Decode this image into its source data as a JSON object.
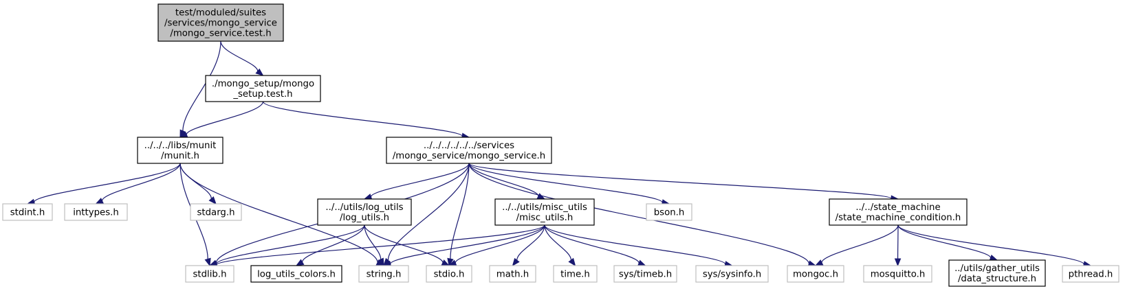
{
  "nodes": [
    {
      "id": "root",
      "lines": [
        "test/moduled/suites",
        "/services/mongo_service",
        "/mongo_service.test.h"
      ],
      "style": "root"
    },
    {
      "id": "mongo_setup",
      "lines": [
        "./mongo_setup/mongo",
        "_setup.test.h"
      ],
      "style": "normal"
    },
    {
      "id": "munit",
      "lines": [
        "../../../libs/munit",
        "/munit.h"
      ],
      "style": "normal"
    },
    {
      "id": "mongo_service",
      "lines": [
        "../../../../../../services",
        "/mongo_service/mongo_service.h"
      ],
      "style": "normal"
    },
    {
      "id": "stdint",
      "lines": [
        "stdint.h"
      ],
      "style": "ghost"
    },
    {
      "id": "inttypes",
      "lines": [
        "inttypes.h"
      ],
      "style": "ghost"
    },
    {
      "id": "stdarg",
      "lines": [
        "stdarg.h"
      ],
      "style": "ghost"
    },
    {
      "id": "log_utils",
      "lines": [
        "../../utils/log_utils",
        "/log_utils.h"
      ],
      "style": "normal"
    },
    {
      "id": "misc_utils",
      "lines": [
        "../../utils/misc_utils",
        "/misc_utils.h"
      ],
      "style": "normal"
    },
    {
      "id": "bson",
      "lines": [
        "bson.h"
      ],
      "style": "ghost"
    },
    {
      "id": "state_machine",
      "lines": [
        "../../state_machine",
        "/state_machine_condition.h"
      ],
      "style": "normal"
    },
    {
      "id": "stdlib",
      "lines": [
        "stdlib.h"
      ],
      "style": "ghost"
    },
    {
      "id": "log_utils_colors",
      "lines": [
        "log_utils_colors.h"
      ],
      "style": "normal"
    },
    {
      "id": "string",
      "lines": [
        "string.h"
      ],
      "style": "ghost"
    },
    {
      "id": "stdio",
      "lines": [
        "stdio.h"
      ],
      "style": "ghost"
    },
    {
      "id": "math",
      "lines": [
        "math.h"
      ],
      "style": "ghost"
    },
    {
      "id": "time",
      "lines": [
        "time.h"
      ],
      "style": "ghost"
    },
    {
      "id": "timeb",
      "lines": [
        "sys/timeb.h"
      ],
      "style": "ghost"
    },
    {
      "id": "sysinfo",
      "lines": [
        "sys/sysinfo.h"
      ],
      "style": "ghost"
    },
    {
      "id": "mongoc",
      "lines": [
        "mongoc.h"
      ],
      "style": "ghost"
    },
    {
      "id": "mosquitto",
      "lines": [
        "mosquitto.h"
      ],
      "style": "ghost"
    },
    {
      "id": "gather",
      "lines": [
        "../utils/gather_utils",
        "/data_structure.h"
      ],
      "style": "normal"
    },
    {
      "id": "pthread",
      "lines": [
        "pthread.h"
      ],
      "style": "ghost"
    }
  ],
  "edges": [
    [
      "root",
      "munit"
    ],
    [
      "root",
      "mongo_setup"
    ],
    [
      "mongo_setup",
      "munit"
    ],
    [
      "mongo_setup",
      "mongo_service"
    ],
    [
      "munit",
      "stdint"
    ],
    [
      "munit",
      "inttypes"
    ],
    [
      "munit",
      "stdarg"
    ],
    [
      "munit",
      "stdlib"
    ],
    [
      "munit",
      "string"
    ],
    [
      "mongo_service",
      "stdlib"
    ],
    [
      "mongo_service",
      "log_utils"
    ],
    [
      "mongo_service",
      "string"
    ],
    [
      "mongo_service",
      "stdio"
    ],
    [
      "mongo_service",
      "misc_utils"
    ],
    [
      "mongo_service",
      "mongoc"
    ],
    [
      "mongo_service",
      "bson"
    ],
    [
      "mongo_service",
      "state_machine"
    ],
    [
      "log_utils",
      "stdlib"
    ],
    [
      "log_utils",
      "log_utils_colors"
    ],
    [
      "log_utils",
      "string"
    ],
    [
      "log_utils",
      "stdio"
    ],
    [
      "misc_utils",
      "stdlib"
    ],
    [
      "misc_utils",
      "string"
    ],
    [
      "misc_utils",
      "stdio"
    ],
    [
      "misc_utils",
      "math"
    ],
    [
      "misc_utils",
      "time"
    ],
    [
      "misc_utils",
      "timeb"
    ],
    [
      "misc_utils",
      "sysinfo"
    ],
    [
      "state_machine",
      "mongoc"
    ],
    [
      "state_machine",
      "mosquitto"
    ],
    [
      "state_machine",
      "gather"
    ],
    [
      "state_machine",
      "pthread"
    ]
  ]
}
